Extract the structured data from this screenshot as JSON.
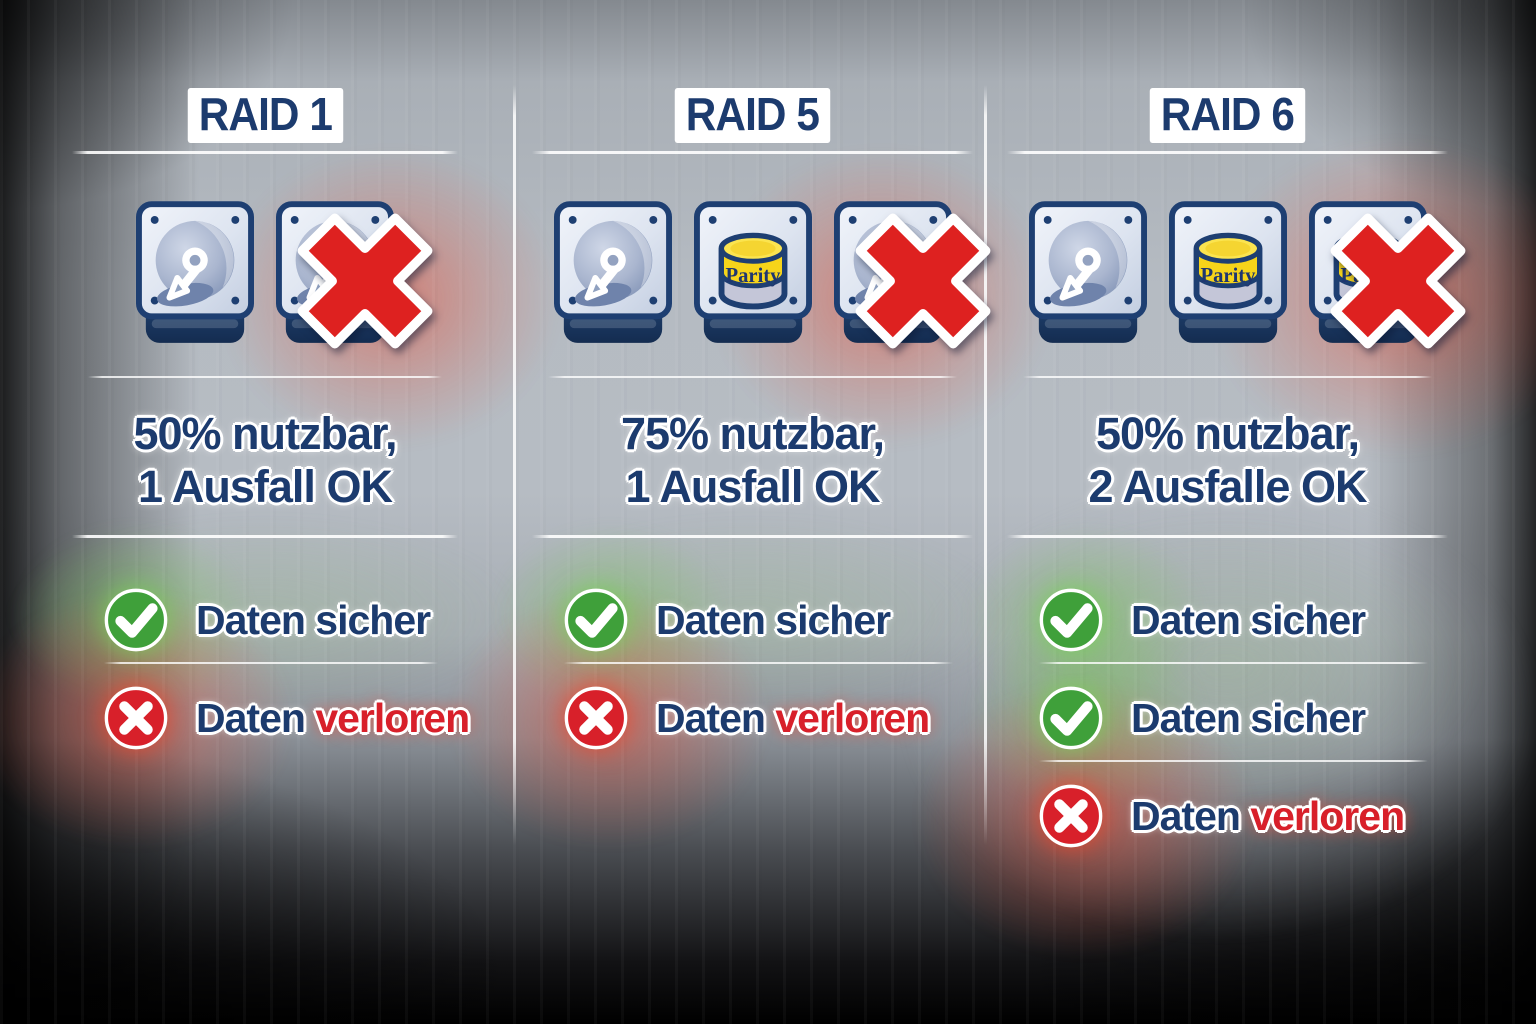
{
  "colors": {
    "navy": "#1c3b6e",
    "red": "#d8202a",
    "green": "#3fa03a",
    "yellow": "#f6d41a",
    "divider_white": "#ffffff"
  },
  "parity_label": "Parity",
  "columns": [
    {
      "id": "raid1",
      "title": "RAID 1",
      "drives": [
        {
          "type": "data",
          "failed": false
        },
        {
          "type": "data",
          "failed": true
        }
      ],
      "capacity_line1": "50% nutzbar,",
      "capacity_line2": "1 Ausfall OK",
      "status_rows": [
        {
          "state": "ok",
          "text_main": "Daten sicher",
          "text_highlight": ""
        },
        {
          "state": "fail",
          "text_main": "Daten ",
          "text_highlight": "verloren"
        }
      ]
    },
    {
      "id": "raid5",
      "title": "RAID 5",
      "drives": [
        {
          "type": "data",
          "failed": false
        },
        {
          "type": "parity",
          "failed": false
        },
        {
          "type": "data",
          "failed": true
        }
      ],
      "capacity_line1": "75% nutzbar,",
      "capacity_line2": "1 Ausfall OK",
      "status_rows": [
        {
          "state": "ok",
          "text_main": "Daten sicher",
          "text_highlight": ""
        },
        {
          "state": "fail",
          "text_main": "Daten ",
          "text_highlight": "verloren"
        }
      ]
    },
    {
      "id": "raid6",
      "title": "RAID 6",
      "drives": [
        {
          "type": "data",
          "failed": false
        },
        {
          "type": "parity",
          "failed": false
        },
        {
          "type": "parity",
          "failed": true
        }
      ],
      "capacity_line1": "50% nutzbar,",
      "capacity_line2": "2 Ausfalle OK",
      "status_rows": [
        {
          "state": "ok",
          "text_main": "Daten sicher",
          "text_highlight": ""
        },
        {
          "state": "ok",
          "text_main": "Daten sicher",
          "text_highlight": ""
        },
        {
          "state": "fail",
          "text_main": "Daten ",
          "text_highlight": "verloren"
        }
      ]
    }
  ]
}
